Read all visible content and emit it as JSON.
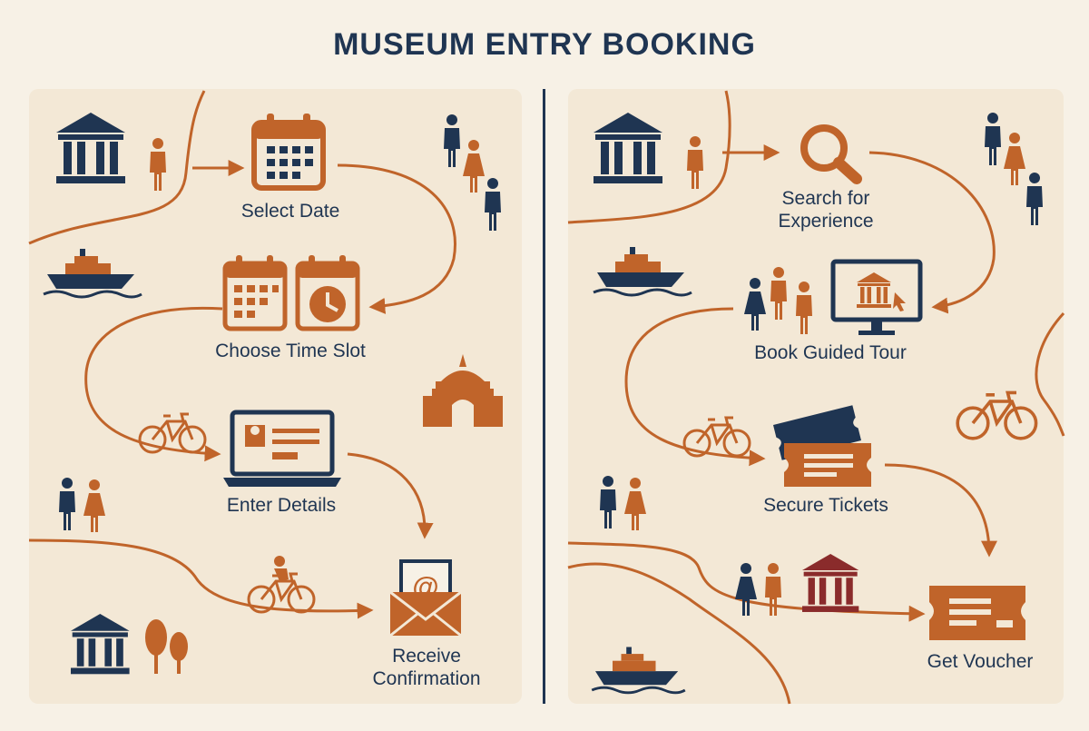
{
  "title": "MUSEUM ENTRY BOOKING",
  "colors": {
    "navy": "#1f3552",
    "orange": "#c0642a",
    "cream": "#f3e8d6",
    "maroon": "#8a2b2b"
  },
  "left_flow": {
    "steps": [
      {
        "label": "Select Date",
        "icon": "calendar-icon"
      },
      {
        "label": "Choose Time Slot",
        "icon": "calendar-clock-icon"
      },
      {
        "label": "Enter Details",
        "icon": "laptop-form-icon"
      },
      {
        "label": "Receive Confirmation",
        "icon": "email-envelope-icon"
      }
    ]
  },
  "right_flow": {
    "steps": [
      {
        "label": "Search for Experience",
        "icon": "magnifier-icon"
      },
      {
        "label": "Book Guided Tour",
        "icon": "monitor-museum-icon"
      },
      {
        "label": "Secure Tickets",
        "icon": "ticket-icon"
      },
      {
        "label": "Get Voucher",
        "icon": "voucher-icon"
      }
    ]
  }
}
